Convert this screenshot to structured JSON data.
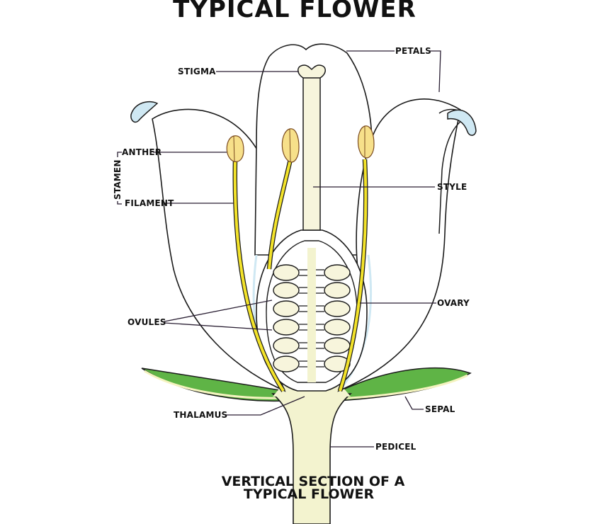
{
  "title": "TYPICAL FLOWER",
  "caption": {
    "line1": "VERTICAL SECTION OF A",
    "line2": "TYPICAL FLOWER"
  },
  "labels": {
    "petals": "PETALS",
    "stigma": "STIGMA",
    "stamen": "STAMEN",
    "anther": "ANTHER",
    "filament": "FILAMENT",
    "style": "STYLE",
    "ovary": "OVARY",
    "ovules": "OVULES",
    "thalamus": "THALAMUS",
    "sepal": "SEPAL",
    "pedicel": "PEDICEL"
  },
  "colors": {
    "petal_fill": "#ffffff",
    "petal_tip": "#cfe8f3",
    "anther": "#f7e08a",
    "filament": "#f3e32a",
    "sepal": "#5fb446",
    "sepal_edge": "#f5f3c0",
    "thalamus": "#f3f3cf",
    "outline": "#1b1b1b"
  }
}
